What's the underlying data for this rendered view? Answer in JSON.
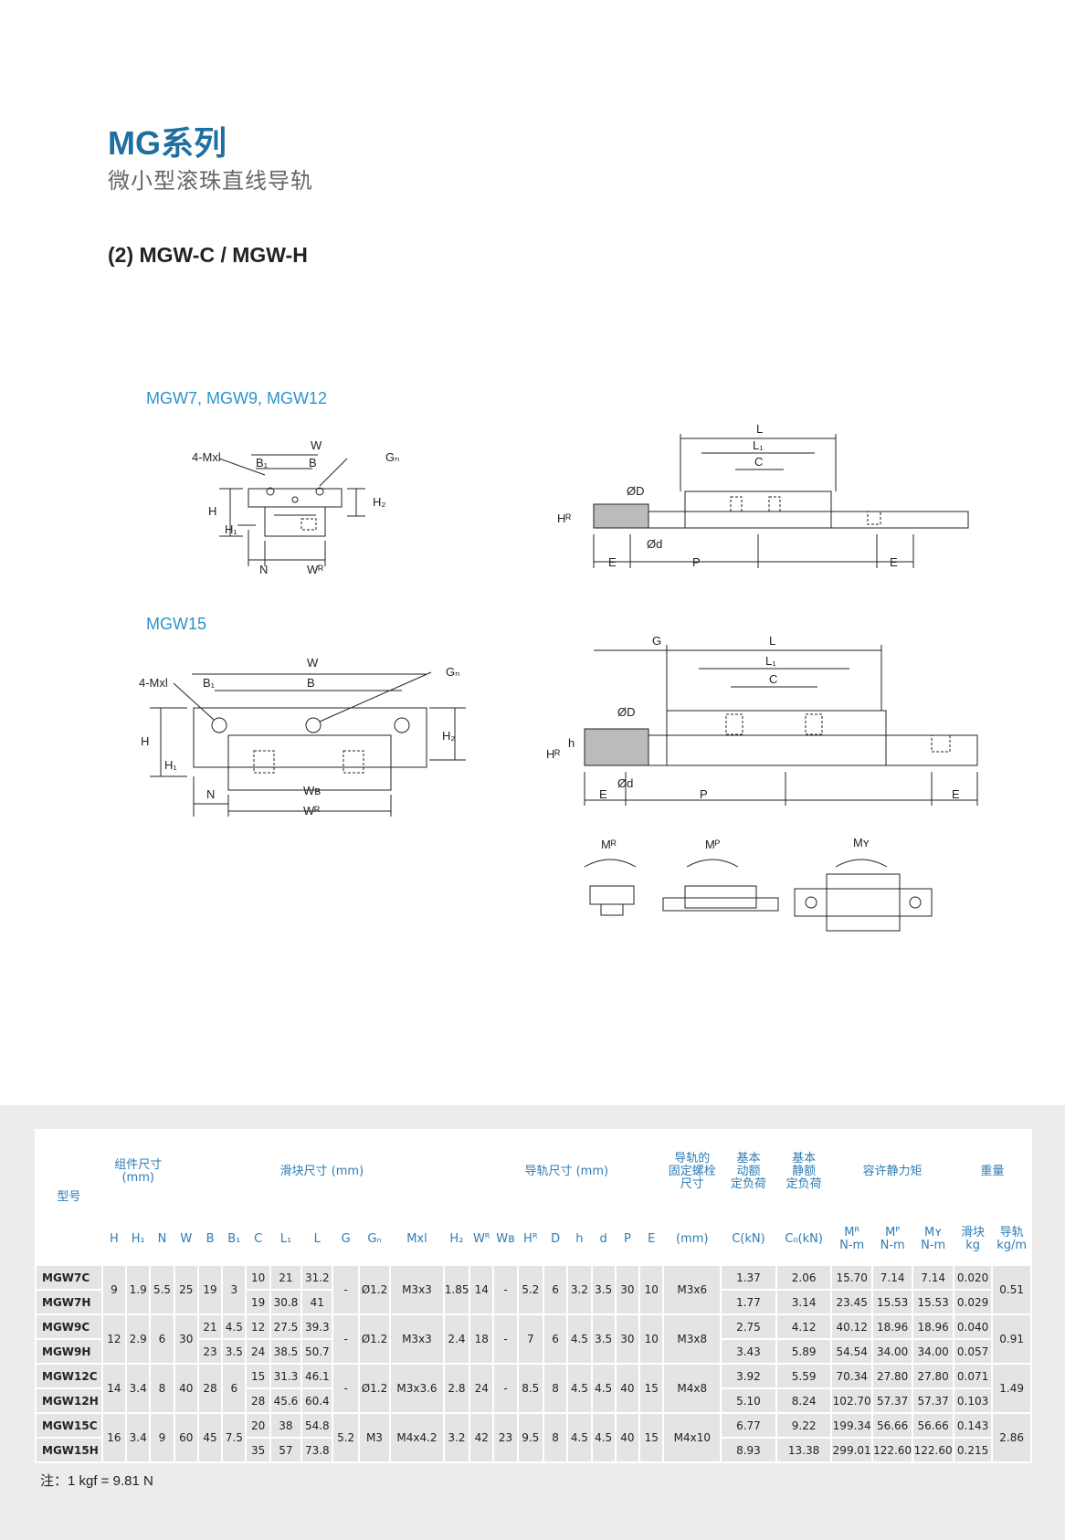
{
  "header": {
    "series": "MG系列",
    "subtitle": "微小型滚珠直线导轨",
    "section": "(2) MGW-C / MGW-H"
  },
  "figures": {
    "label_small": "MGW7, MGW9, MGW12",
    "label_large": "MGW15",
    "dims": {
      "W": "W",
      "B": "B",
      "B1": "B₁",
      "Gn": "Gₙ",
      "Mxl": "4-Mxl",
      "H": "H",
      "H1": "H₁",
      "H2": "H₂",
      "N": "N",
      "WR": "Wᴿ",
      "WB": "Wʙ",
      "L": "L",
      "L1": "L₁",
      "C": "C",
      "D": "ØD",
      "d": "Ød",
      "h": "h",
      "HR": "Hᴿ",
      "E": "E",
      "P": "P",
      "G": "G",
      "MR": "Mᴿ",
      "MP": "Mᴾ",
      "MY": "Mʏ"
    }
  },
  "table": {
    "groups": {
      "model": "型号",
      "assembly": "组件尺寸\n(mm)",
      "block": "滑块尺寸 (mm)",
      "rail": "导轨尺寸 (mm)",
      "bolt": "导轨的\n固定螺栓\n尺寸",
      "dyn": "基本\n动额\n定负荷",
      "stat": "基本\n静额\n定负荷",
      "moment": "容许静力矩",
      "weight": "重量"
    },
    "sub": {
      "H": "H",
      "H1": "H₁",
      "N": "N",
      "W": "W",
      "B": "B",
      "B1": "B₁",
      "C": "C",
      "L1": "L₁",
      "L": "L",
      "G": "G",
      "Gn": "Gₙ",
      "Mxl": "Mxl",
      "H2": "H₂",
      "WR": "Wᴿ",
      "WB": "Wʙ",
      "HR": "Hᴿ",
      "D": "D",
      "h": "h",
      "d": "d",
      "P": "P",
      "E": "E",
      "bolt": "(mm)",
      "C_kN": "C(kN)",
      "C0_kN": "C₀(kN)",
      "MR": "Mᴿ",
      "MP": "Mᴾ",
      "MY": "Mʏ",
      "nm": "N-m",
      "block_w": "滑块",
      "rail_w": "导轨",
      "kg": "kg",
      "kgm": "kg/m"
    },
    "groups_rows": [
      {
        "H": "9",
        "H1": "1.9",
        "N": "5.5",
        "W": "25",
        "B": "19",
        "B1": "3",
        "G": "-",
        "Gn": "Ø1.2",
        "Mxl": "M3x3",
        "H2": "1.85",
        "WR": "14",
        "WB": "-",
        "HR": "5.2",
        "D": "6",
        "h": "3.2",
        "d": "3.5",
        "P": "30",
        "E": "10",
        "bolt": "M3x6",
        "rail_w": "0.51",
        "rows": [
          {
            "model": "MGW7C",
            "C": "10",
            "L1": "21",
            "L": "31.2",
            "Ck": "1.37",
            "C0": "2.06",
            "MR": "15.70",
            "MP": "7.14",
            "MY": "7.14",
            "kg": "0.020"
          },
          {
            "model": "MGW7H",
            "C": "19",
            "L1": "30.8",
            "L": "41",
            "Ck": "1.77",
            "C0": "3.14",
            "MR": "23.45",
            "MP": "15.53",
            "MY": "15.53",
            "kg": "0.029"
          }
        ]
      },
      {
        "H": "12",
        "H1": "2.9",
        "N": "6",
        "W": "30",
        "G": "-",
        "Gn": "Ø1.2",
        "Mxl": "M3x3",
        "H2": "2.4",
        "WR": "18",
        "WB": "-",
        "HR": "7",
        "D": "6",
        "h": "4.5",
        "d": "3.5",
        "P": "30",
        "E": "10",
        "bolt": "M3x8",
        "rail_w": "0.91",
        "rows": [
          {
            "model": "MGW9C",
            "B": "21",
            "B1": "4.5",
            "C": "12",
            "L1": "27.5",
            "L": "39.3",
            "Ck": "2.75",
            "C0": "4.12",
            "MR": "40.12",
            "MP": "18.96",
            "MY": "18.96",
            "kg": "0.040"
          },
          {
            "model": "MGW9H",
            "B": "23",
            "B1": "3.5",
            "C": "24",
            "L1": "38.5",
            "L": "50.7",
            "Ck": "3.43",
            "C0": "5.89",
            "MR": "54.54",
            "MP": "34.00",
            "MY": "34.00",
            "kg": "0.057"
          }
        ]
      },
      {
        "H": "14",
        "H1": "3.4",
        "N": "8",
        "W": "40",
        "B": "28",
        "B1": "6",
        "G": "-",
        "Gn": "Ø1.2",
        "Mxl": "M3x3.6",
        "H2": "2.8",
        "WR": "24",
        "WB": "-",
        "HR": "8.5",
        "D": "8",
        "h": "4.5",
        "d": "4.5",
        "P": "40",
        "E": "15",
        "bolt": "M4x8",
        "rail_w": "1.49",
        "rows": [
          {
            "model": "MGW12C",
            "C": "15",
            "L1": "31.3",
            "L": "46.1",
            "Ck": "3.92",
            "C0": "5.59",
            "MR": "70.34",
            "MP": "27.80",
            "MY": "27.80",
            "kg": "0.071"
          },
          {
            "model": "MGW12H",
            "C": "28",
            "L1": "45.6",
            "L": "60.4",
            "Ck": "5.10",
            "C0": "8.24",
            "MR": "102.70",
            "MP": "57.37",
            "MY": "57.37",
            "kg": "0.103"
          }
        ]
      },
      {
        "H": "16",
        "H1": "3.4",
        "N": "9",
        "W": "60",
        "B": "45",
        "B1": "7.5",
        "G": "5.2",
        "Gn": "M3",
        "Mxl": "M4x4.2",
        "H2": "3.2",
        "WR": "42",
        "WB": "23",
        "HR": "9.5",
        "D": "8",
        "h": "4.5",
        "d": "4.5",
        "P": "40",
        "E": "15",
        "bolt": "M4x10",
        "rail_w": "2.86",
        "rows": [
          {
            "model": "MGW15C",
            "C": "20",
            "L1": "38",
            "L": "54.8",
            "Ck": "6.77",
            "C0": "9.22",
            "MR": "199.34",
            "MP": "56.66",
            "MY": "56.66",
            "kg": "0.143"
          },
          {
            "model": "MGW15H",
            "C": "35",
            "L1": "57",
            "L": "73.8",
            "Ck": "8.93",
            "C0": "13.38",
            "MR": "299.01",
            "MP": "122.60",
            "MY": "122.60",
            "kg": "0.215"
          }
        ]
      }
    ]
  },
  "note": "注：1 kgf = 9.81 N"
}
